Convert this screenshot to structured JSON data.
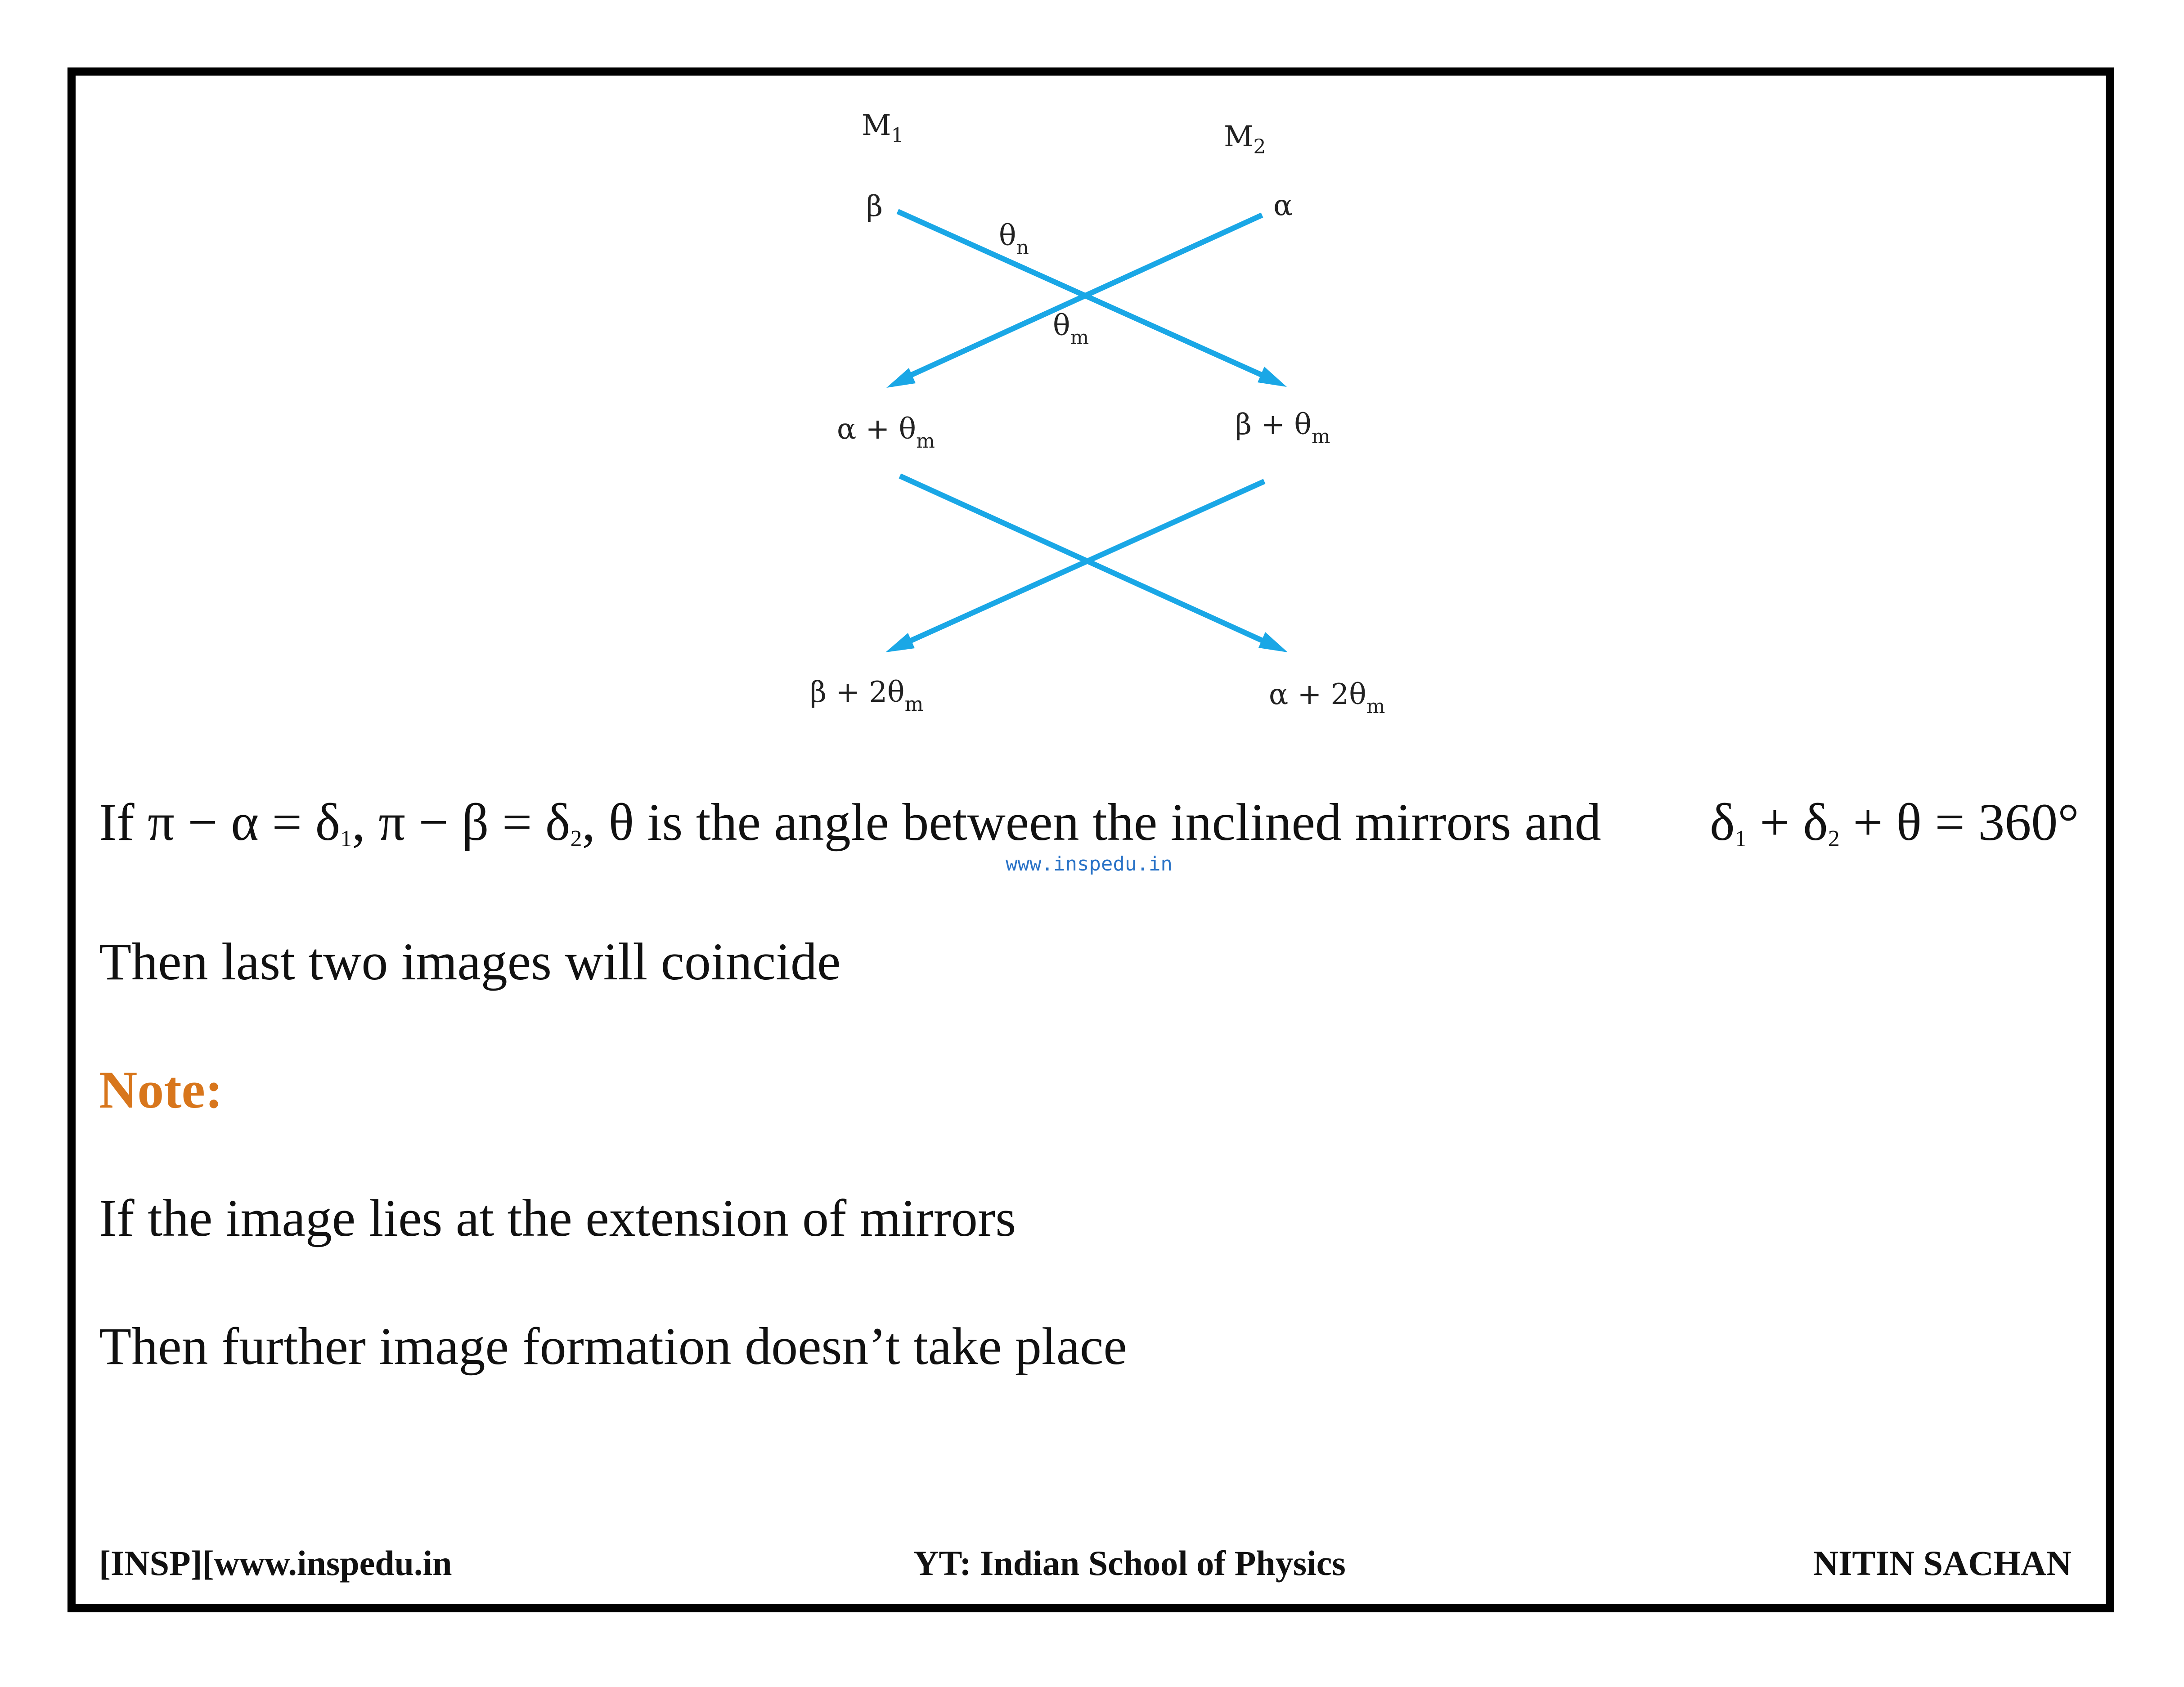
{
  "diagram": {
    "mirror1": {
      "label": "M",
      "sub": "1"
    },
    "mirror2": {
      "label": "M",
      "sub": "2"
    },
    "top": {
      "left_start": "β",
      "right_start": "α",
      "theta_n": {
        "label": "θ",
        "sub": "n"
      },
      "theta_m": {
        "label": "θ",
        "sub": "m"
      },
      "left_end": {
        "label": "α + θ",
        "sub": "m"
      },
      "right_end": {
        "label": "β + θ",
        "sub": "m"
      }
    },
    "bottom": {
      "left_end": {
        "label": "β + 2θ",
        "sub": "m"
      },
      "right_end": {
        "label": "α + 2θ",
        "sub": "m"
      }
    }
  },
  "condition": {
    "prefix": "If",
    "eq1_lhs": "π − α = δ",
    "eq1_sub": "1",
    "sep1": ",",
    "eq2_lhs": "π − β = δ",
    "eq2_sub": "2",
    "sep2": ",",
    "middle_text": "θ is the angle between the inclined mirrors and",
    "sum_d1": "δ",
    "sum_d1_sub": "1",
    "sum_plus1": "+ δ",
    "sum_d2_sub": "2",
    "sum_rest": "+ θ = 360°"
  },
  "watermark": "www.inspedu.in",
  "line_coincide": "Then last two images will coincide",
  "note_heading": "Note:",
  "line_extension": "If the image lies at the extension of mirrors",
  "line_further": "Then further image formation doesn’t take place",
  "footer": {
    "left": "[INSP][www.inspedu.in",
    "center": "YT: Indian School of Physics",
    "right": "NITIN SACHAN"
  },
  "colors": {
    "ray": "#1aa7e6",
    "note": "#d8761c",
    "watermark": "#2a73c7"
  }
}
